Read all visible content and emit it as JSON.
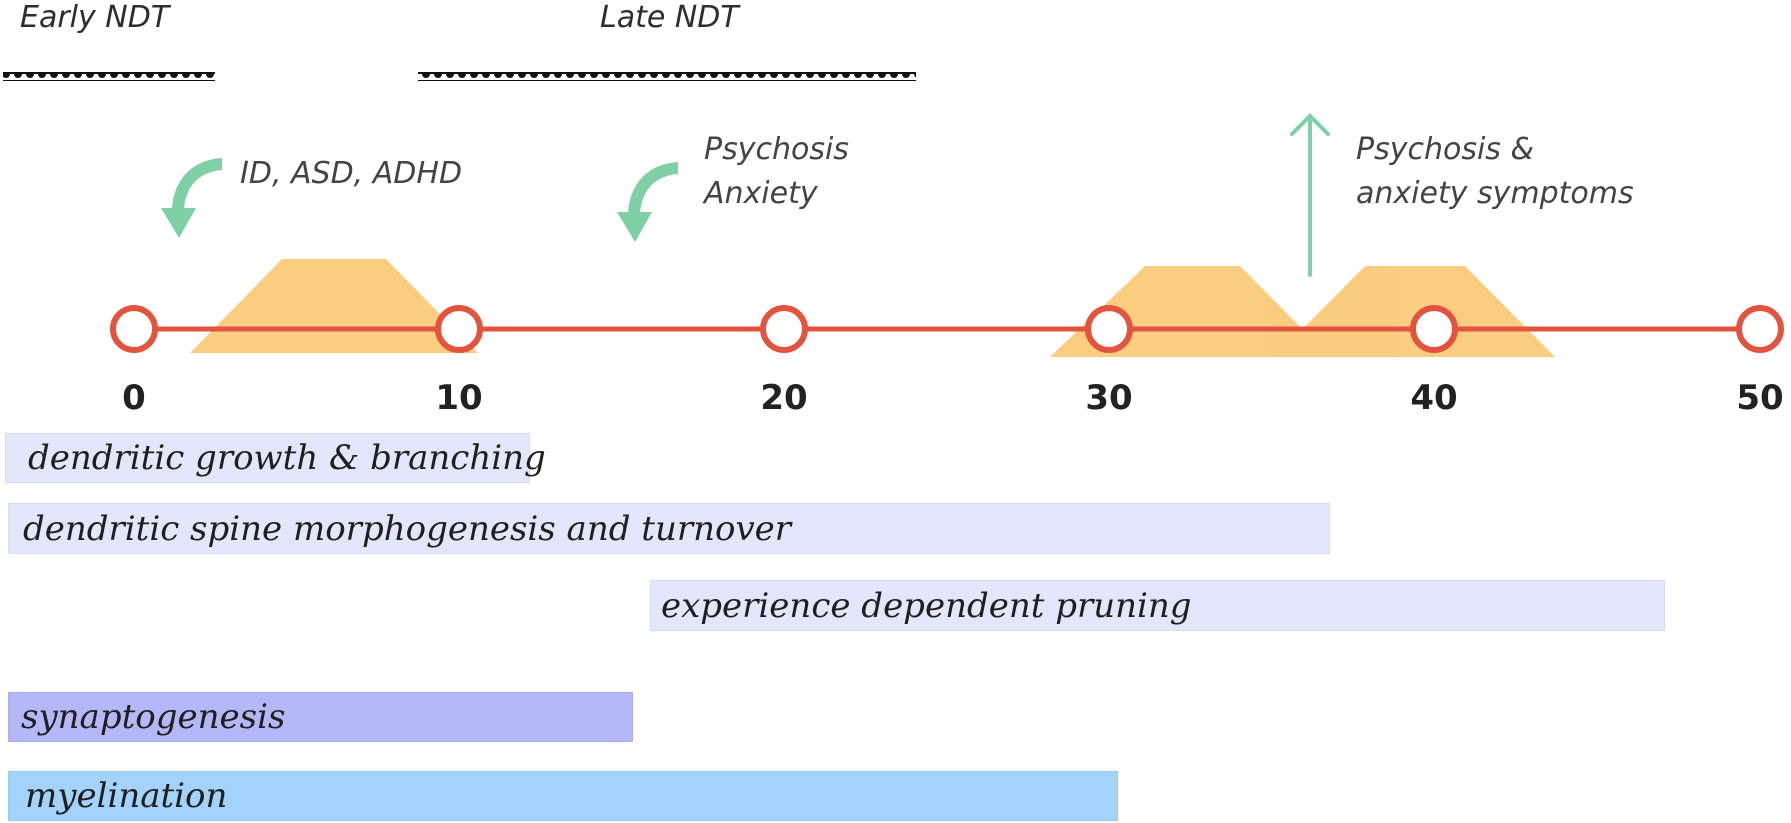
{
  "ndt": {
    "early": "Early NDT",
    "late": "Late NDT"
  },
  "conditions": {
    "early": "ID, ASD, ADHD",
    "late_line1": "Psychosis",
    "late_line2": "Anxiety",
    "adult_line1": "Psychosis &",
    "adult_line2": "anxiety symptoms"
  },
  "timeline": {
    "ticks": [
      "0",
      "10",
      "20",
      "30",
      "40",
      "50"
    ],
    "colors": {
      "line": "#e2543e",
      "window": "#f9c46b",
      "arrow": "#7fcfa7"
    }
  },
  "processes": {
    "dendritic_growth": "dendritic growth & branching",
    "spine_morphogenesis": "dendritic spine morphogenesis and turnover",
    "pruning": "experience dependent pruning",
    "synaptogenesis": "synaptogenesis",
    "myelination": "myelination"
  },
  "icons": {
    "curved_arrow": "curved-arrow-down-icon",
    "up_arrow": "arrow-up-icon",
    "node": "circle-node-icon"
  }
}
